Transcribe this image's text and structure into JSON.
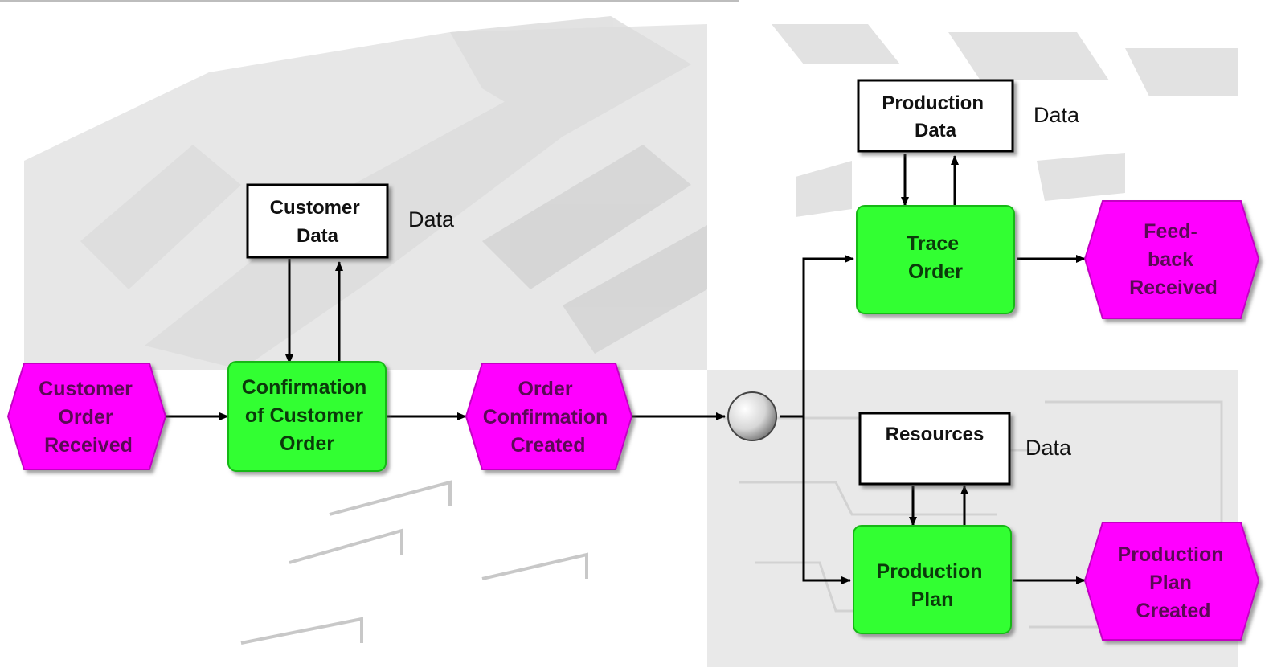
{
  "colors": {
    "event_fill": "#ff00ff",
    "event_stroke": "#c400c4",
    "function_fill": "#33ff33",
    "function_stroke": "#14b814",
    "data_box_fill": "#ffffff",
    "line": "#000000"
  },
  "events": {
    "customer_order_received": [
      "Customer",
      "Order",
      "Received"
    ],
    "order_confirmation_created": [
      "Order",
      "Confirmation",
      "Created"
    ],
    "feedback_received": [
      "Feed-",
      "back",
      "Received"
    ],
    "production_plan_created": [
      "Production",
      "Plan",
      "Created"
    ]
  },
  "functions": {
    "confirmation_of_customer_order": [
      "Confirmation",
      "of Customer",
      "Order"
    ],
    "trace_order": [
      "Trace",
      "Order"
    ],
    "production_plan": [
      "Production",
      "Plan"
    ]
  },
  "data_objects": {
    "customer_data": [
      "Customer",
      "Data"
    ],
    "production_data": [
      "Production",
      "Data"
    ],
    "resources": [
      "Resources"
    ]
  },
  "side_labels": {
    "customer_data": "Data",
    "production_data": "Data",
    "resources": "Data"
  },
  "connector": {
    "type": "operator-circle"
  }
}
